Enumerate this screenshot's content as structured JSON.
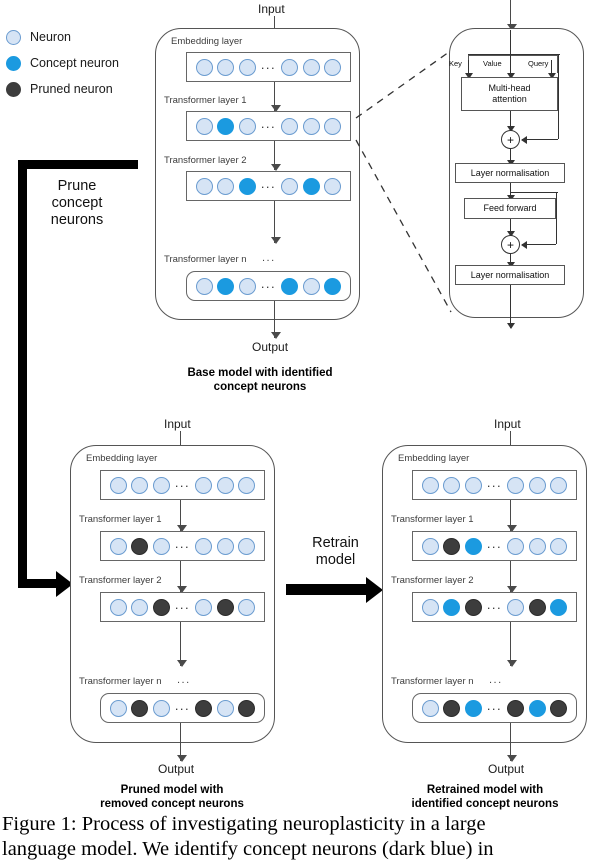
{
  "legend": {
    "items": [
      {
        "label": "Neuron",
        "type": "normal",
        "color": "#d6e4f5"
      },
      {
        "label": "Concept neuron",
        "type": "concept",
        "color": "#1b9ae0"
      },
      {
        "label": "Pruned neuron",
        "type": "pruned",
        "color": "#3d3d3d"
      }
    ]
  },
  "common": {
    "input_label": "Input",
    "output_label": "Output",
    "ellipsis": "...",
    "layer_names": [
      "Embedding layer",
      "Transformer layer 1",
      "Transformer layer 2",
      "Transformer layer n"
    ]
  },
  "models": {
    "base": {
      "title_line1": "Base model with identified",
      "title_line2": "concept neurons",
      "input_label": "Input",
      "output_label": "Output",
      "layers": [
        {
          "name": "Embedding layer",
          "left": [
            "normal",
            "normal",
            "normal"
          ],
          "right": [
            "normal",
            "normal",
            "normal"
          ]
        },
        {
          "name": "Transformer layer 1",
          "left": [
            "normal",
            "concept",
            "normal"
          ],
          "right": [
            "normal",
            "normal",
            "normal"
          ]
        },
        {
          "name": "Transformer layer 2",
          "left": [
            "normal",
            "normal",
            "concept"
          ],
          "right": [
            "normal",
            "concept",
            "normal"
          ]
        },
        {
          "name": "Transformer layer n",
          "left": [
            "normal",
            "concept",
            "normal"
          ],
          "right": [
            "concept",
            "normal",
            "concept"
          ]
        }
      ]
    },
    "pruned": {
      "title_line1": "Pruned model with",
      "title_line2": "removed concept neurons",
      "input_label": "Input",
      "output_label": "Output",
      "layers": [
        {
          "name": "Embedding layer",
          "left": [
            "normal",
            "normal",
            "normal"
          ],
          "right": [
            "normal",
            "normal",
            "normal"
          ]
        },
        {
          "name": "Transformer layer 1",
          "left": [
            "normal",
            "pruned",
            "normal"
          ],
          "right": [
            "normal",
            "normal",
            "normal"
          ]
        },
        {
          "name": "Transformer layer 2",
          "left": [
            "normal",
            "normal",
            "pruned"
          ],
          "right": [
            "normal",
            "pruned",
            "normal"
          ]
        },
        {
          "name": "Transformer layer n",
          "left": [
            "normal",
            "pruned",
            "normal"
          ],
          "right": [
            "pruned",
            "normal",
            "pruned"
          ]
        }
      ]
    },
    "retrained": {
      "title_line1": "Retrained model with",
      "title_line2": "identified concept neurons",
      "input_label": "Input",
      "output_label": "Output",
      "layers": [
        {
          "name": "Embedding layer",
          "left": [
            "normal",
            "normal",
            "normal"
          ],
          "right": [
            "normal",
            "normal",
            "normal"
          ]
        },
        {
          "name": "Transformer layer 1",
          "left": [
            "normal",
            "pruned",
            "concept"
          ],
          "right": [
            "normal",
            "normal",
            "normal"
          ]
        },
        {
          "name": "Transformer layer 2",
          "left": [
            "normal",
            "concept",
            "pruned"
          ],
          "right": [
            "normal",
            "pruned",
            "concept"
          ]
        },
        {
          "name": "Transformer layer n",
          "left": [
            "normal",
            "pruned",
            "concept"
          ],
          "right": [
            "pruned",
            "concept",
            "pruned"
          ]
        }
      ]
    }
  },
  "detail": {
    "key_label": "Key",
    "value_label": "Value",
    "query_label": "Query",
    "attention_line1": "Multi-head",
    "attention_line2": "attention",
    "norm1_label": "Layer normalisation",
    "feedforward_label": "Feed forward",
    "norm2_label": "Layer normalisation",
    "add_symbol": "+"
  },
  "process": {
    "prune_line1": "Prune",
    "prune_line2": "concept",
    "prune_line3": "neurons",
    "retrain_line1": "Retrain",
    "retrain_line2": "model"
  },
  "caption": {
    "line1": "Figure 1: Process of investigating neuroplasticity in a large",
    "line2": "language model. We identify concept neurons (dark blue) in"
  }
}
